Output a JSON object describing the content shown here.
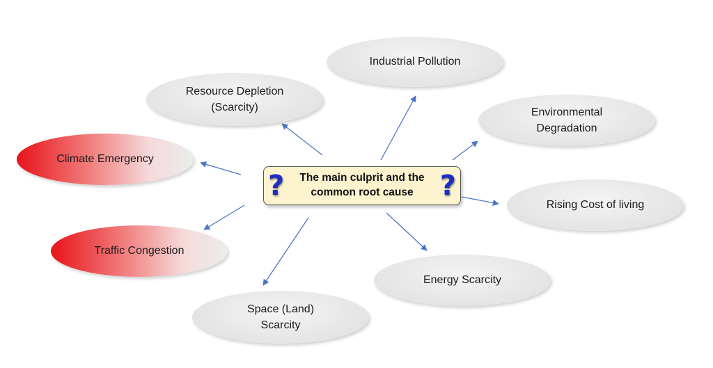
{
  "center": {
    "text": "The main culprit and the\ncommon root cause",
    "left_mark": "?",
    "right_mark": "?"
  },
  "nodes": [
    {
      "id": "industrial-pollution",
      "label": "Industrial Pollution",
      "style": "grey"
    },
    {
      "id": "resource-depletion",
      "label": "Resource Depletion\n(Scarcity)",
      "style": "grey"
    },
    {
      "id": "environmental-degradation",
      "label": "Environmental\nDegradation",
      "style": "grey"
    },
    {
      "id": "climate-emergency",
      "label": "Climate Emergency",
      "style": "red"
    },
    {
      "id": "rising-cost-of-living",
      "label": "Rising Cost of living",
      "style": "grey"
    },
    {
      "id": "traffic-congestion",
      "label": "Traffic Congestion",
      "style": "red"
    },
    {
      "id": "energy-scarcity",
      "label": "Energy Scarcity",
      "style": "grey"
    },
    {
      "id": "space-land-scarcity",
      "label": "Space (Land)\nScarcity",
      "style": "grey"
    }
  ],
  "colors": {
    "arrow": "#4a76c4",
    "center_fill": "#fdf3cf",
    "question_mark": "#1b2fc4",
    "alert_red": "#e8141a"
  }
}
